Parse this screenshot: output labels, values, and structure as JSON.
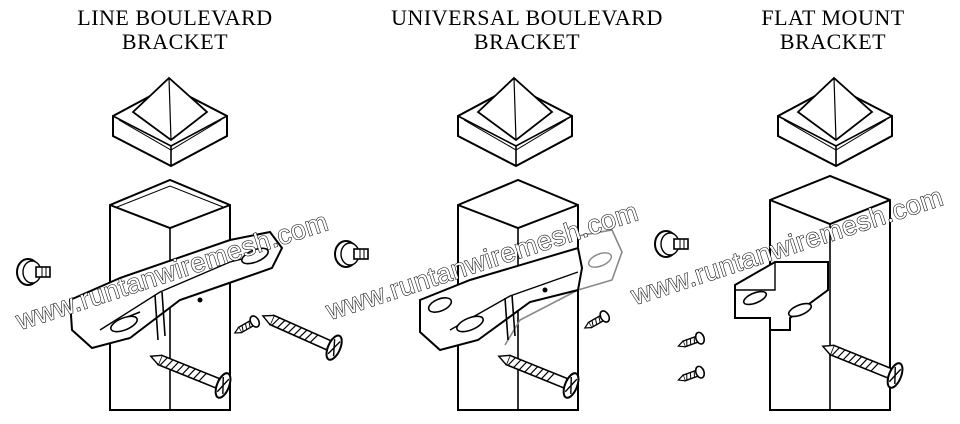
{
  "panels": [
    {
      "title_line1": "LINE BOULEVARD",
      "title_line2": "BRACKET"
    },
    {
      "title_line1": "UNIVERSAL BOULEVARD",
      "title_line2": "BRACKET"
    },
    {
      "title_line1": "FLAT MOUNT",
      "title_line2": "BRACKET"
    }
  ],
  "watermarks": [
    {
      "text": "www.runtanwiremesh.com"
    },
    {
      "text": "www.runtanwiremesh.com"
    },
    {
      "text": "www.runtanwiremesh.com"
    }
  ]
}
